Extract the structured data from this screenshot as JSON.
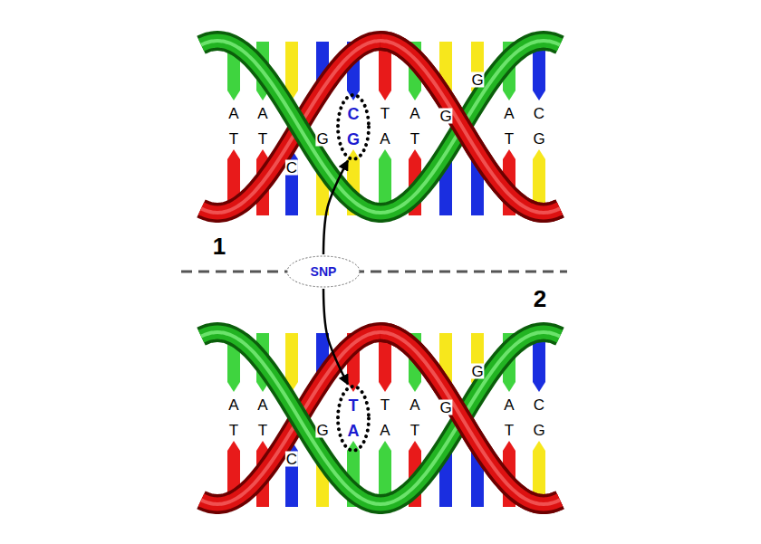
{
  "diagram": {
    "nodes": [
      {
        "text": [
          "C",
          "G"
        ]
      },
      {
        "text": [
          "SNP"
        ]
      },
      {
        "text": [
          "T",
          "A"
        ]
      }
    ],
    "edges": [
      {
        "from": 1,
        "to": 0,
        "arrow": "to"
      },
      {
        "from": 1,
        "to": 2,
        "arrow": "to"
      }
    ],
    "labels": [
      "A",
      "A",
      "T",
      "A",
      "G",
      "G",
      "A",
      "C",
      "T",
      "T",
      "C",
      "G",
      "A",
      "T",
      "T",
      "G",
      "1",
      "2",
      "A",
      "A",
      "T",
      "A",
      "G",
      "G",
      "A",
      "C",
      "T",
      "T",
      "C",
      "G",
      "A",
      "T",
      "T",
      "G"
    ]
  }
}
